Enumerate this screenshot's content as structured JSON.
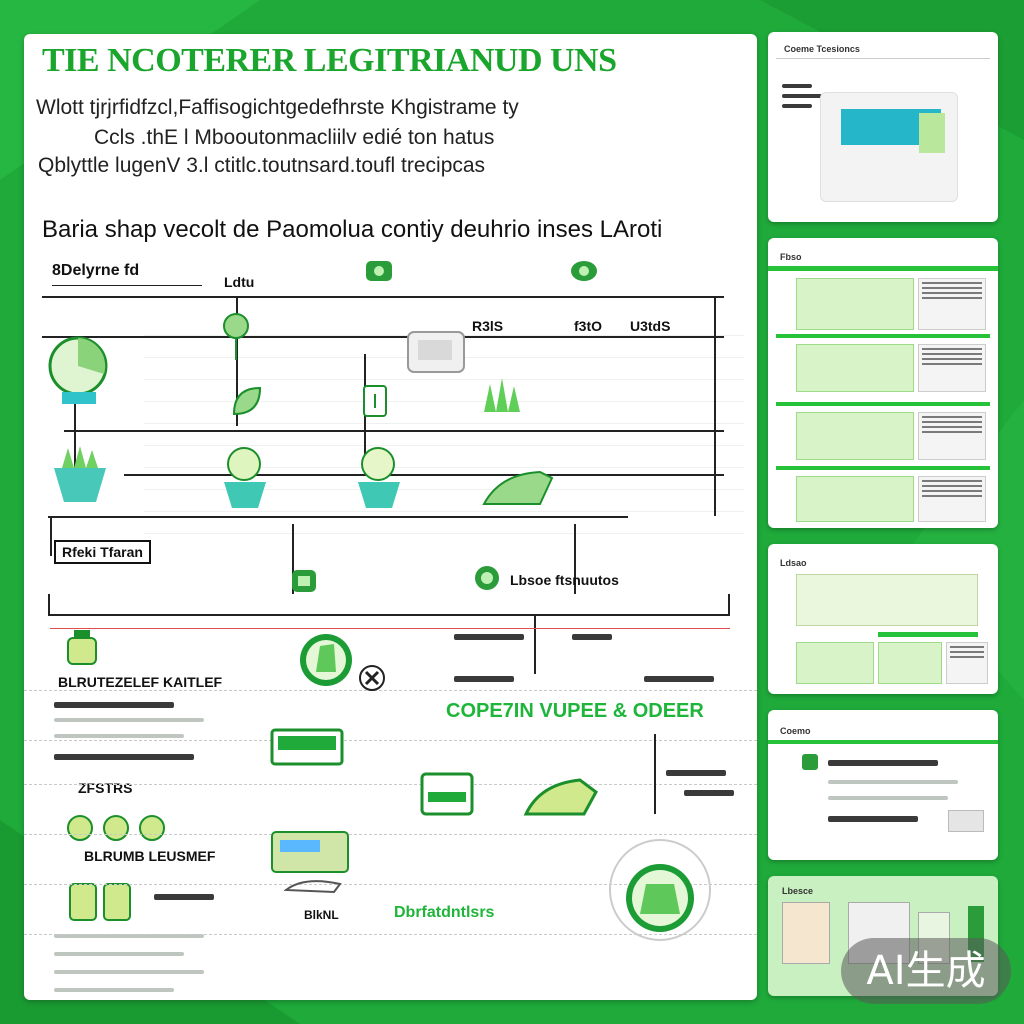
{
  "header": {
    "title": "TIE NCOTERER LEGITRIANUD UNS",
    "lines": [
      "Wlott tjrjrfidfzcl,Faffisogichtgedefhrste Khgistrame ty",
      "Ccls .thE l Mbooutonmacliilv edié ton hatus",
      "Qblyttle lugenV 3.l ctitlc.toutnsard.toufl trecipcas"
    ]
  },
  "section": {
    "heading": "Baria shap vecolt de Paomolua contiy deuhrio inses LAroti",
    "legend_label": "8Delyrne fd",
    "upper_tags": [
      "Ldtu",
      "R3lS",
      "f3tO",
      "U3tdS"
    ],
    "lower_heading": "Rfeki Tfaran",
    "lower_tag": "Lbsoe ftsnuutos",
    "green_label": "COPE7IN VUPEE & ODEER",
    "node_labels": [
      "BLRUTEZELEF KAITLEF",
      "ZFSTRS",
      "BLRUMB LEUSMEF",
      "BlkNL",
      "Dbrfatdntlsrs"
    ]
  },
  "cards": [
    {
      "tab": "Coeme  Tcesioncs",
      "dots_color": "#2f9c3a"
    },
    {
      "tab": "Fbso"
    },
    {
      "tab": "Ldsao"
    },
    {
      "tab": "Coemo"
    },
    {
      "tab": "Lbesce"
    }
  ],
  "badge": {
    "text": "AI生成"
  },
  "colors": {
    "brand_green": "#1faa3a",
    "title_green": "#1aa52c",
    "light_green": "#d8f3c8",
    "teal": "#25b7c9"
  },
  "icons": [
    "pie-chart-icon",
    "plant-icon",
    "bowl-icon",
    "flask-icon",
    "printer-icon",
    "folder-icon",
    "leaf-icon",
    "truck-icon",
    "target-icon",
    "close-icon"
  ]
}
